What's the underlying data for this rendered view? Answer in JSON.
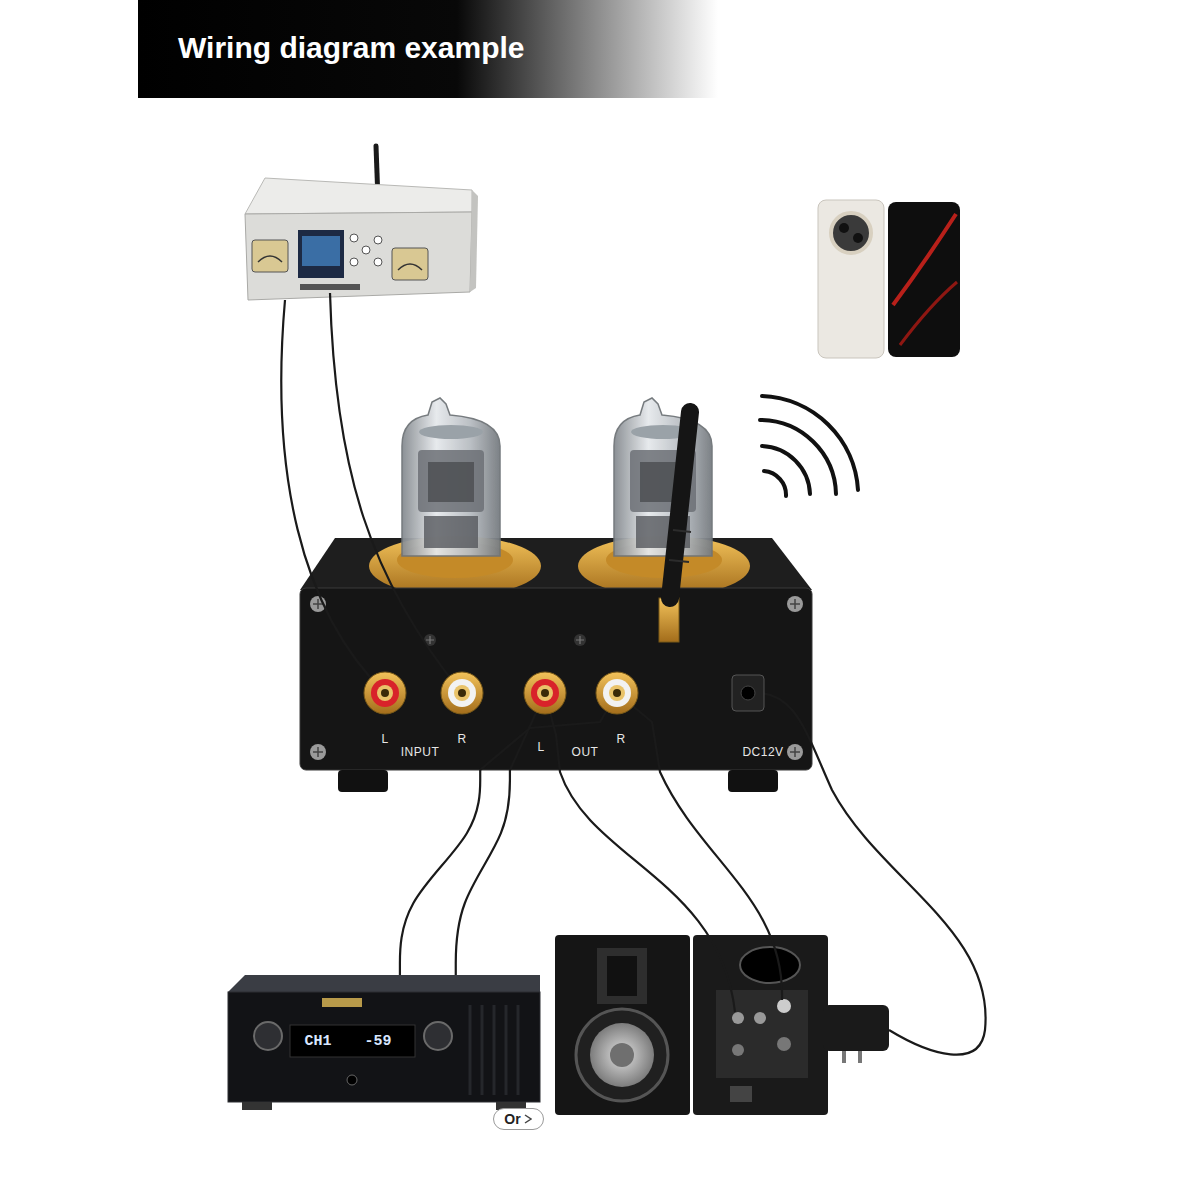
{
  "diagram": {
    "title": "Wiring diagram example",
    "nodes": [
      {
        "text": [
          "L",
          "INPUT",
          "R",
          "L",
          "OUT",
          "R",
          "DC12V"
        ]
      },
      {
        "text": [
          "CH1",
          "-59"
        ]
      },
      {
        "text": [
          "Or"
        ]
      }
    ],
    "edges": [
      {
        "from": 0,
        "to": 1,
        "arrow": "none"
      },
      {
        "from": 0,
        "to": 1,
        "arrow": "none"
      }
    ]
  }
}
